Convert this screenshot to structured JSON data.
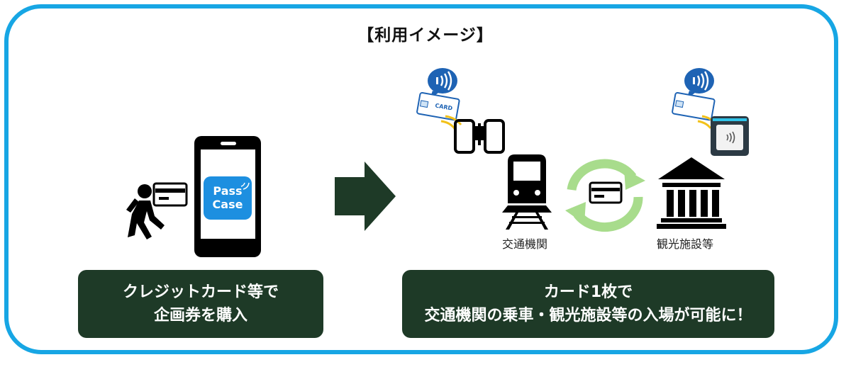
{
  "title": "【利用イメージ】",
  "phone_app": {
    "line1": "Pass",
    "line2": "Case"
  },
  "labels": {
    "transit": "交通機関",
    "sightseeing": "観光施設等"
  },
  "card_text": "CARD",
  "captions": {
    "left": {
      "line1": "クレジットカード等で",
      "line2": "企画券を購入"
    },
    "right": {
      "line1": "カード1枚で",
      "line2": "交通機関の乗車・観光施設等の入場が可能に！"
    }
  },
  "colors": {
    "frame": "#17a6e4",
    "dark_green": "#1e3a27",
    "app_blue": "#1d8fe0",
    "cycle_green": "#a8dc8c",
    "contactless_blue": "#1e63b4",
    "card_stroke": "#1e63b4",
    "accent_yellow": "#f2c11a"
  },
  "icons": [
    "walking-person-icon",
    "credit-card-icon",
    "smartphone-icon",
    "arrow-right-icon",
    "contactless-icon",
    "ticket-gate-icon",
    "train-icon",
    "cycle-arrows-icon",
    "museum-icon",
    "card-reader-icon"
  ]
}
